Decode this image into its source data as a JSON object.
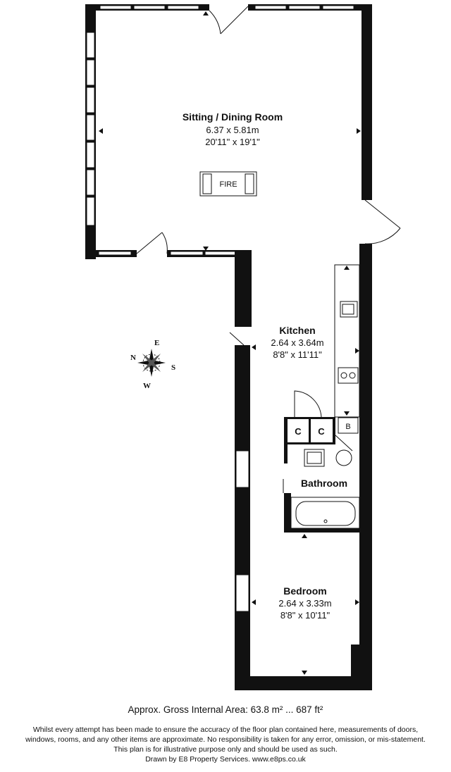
{
  "rooms": {
    "sitting": {
      "name": "Sitting / Dining Room",
      "metric": "6.37 x 5.81m",
      "imperial": "20'11\" x 19'1\""
    },
    "kitchen": {
      "name": "Kitchen",
      "metric": "2.64 x 3.64m",
      "imperial": "8'8\" x 11'11\""
    },
    "bathroom": {
      "name": "Bathroom"
    },
    "bedroom": {
      "name": "Bedroom",
      "metric": "2.64 x 3.33m",
      "imperial": "8'8\" x 10'11\""
    }
  },
  "fixtures": {
    "fire": "FIRE",
    "cupboard_1": "C",
    "cupboard_2": "C",
    "boiler": "B"
  },
  "compass": {
    "north": "N",
    "east": "E",
    "south": "S",
    "west": "W"
  },
  "footer": {
    "area": "Approx. Gross Internal Area: 63.8 m² ... 687 ft²",
    "disclaimer_1": "Whilst every attempt has been made to ensure the accuracy of the floor plan contained here, measurements of doors,",
    "disclaimer_2": "windows, rooms, and any other items are approximate. No responsibility is taken for any error, omission, or mis-statement.",
    "disclaimer_3": "This plan is for illustrative purpose only and should be used as such.",
    "credit": "Drawn by E8 Property Services. www.e8ps.co.uk"
  }
}
